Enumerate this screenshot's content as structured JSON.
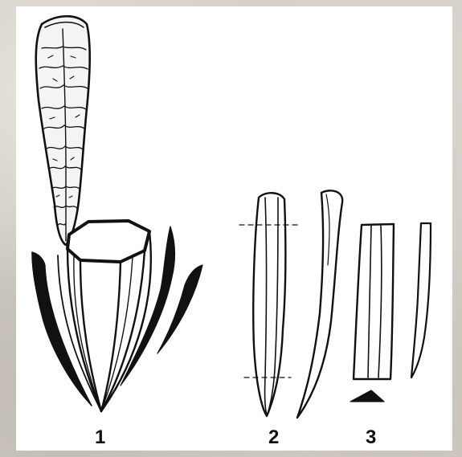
{
  "figure": {
    "labels": {
      "fig1": "1",
      "fig2": "2",
      "fig3": "3"
    },
    "colors": {
      "ink": "#111111",
      "paper": "#ffffff",
      "background": "#d2cec7"
    }
  }
}
